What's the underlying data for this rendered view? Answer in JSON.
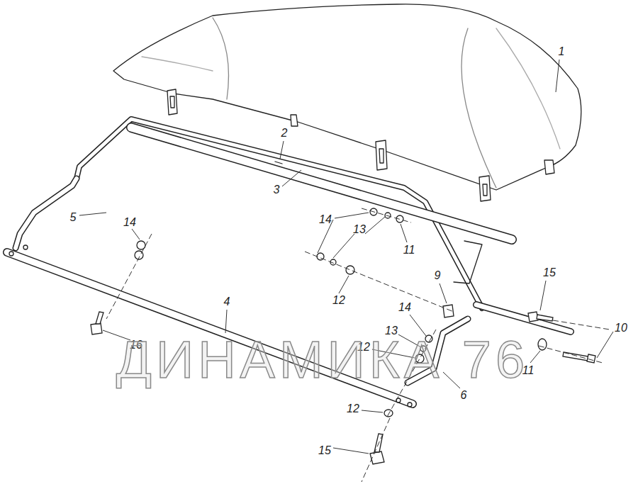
{
  "diagram": {
    "labels": [
      "1",
      "2",
      "3",
      "5",
      "14",
      "14",
      "13",
      "11",
      "4",
      "12",
      "9",
      "15",
      "14",
      "13",
      "12",
      "16",
      "10",
      "11",
      "6",
      "12",
      "15",
      "ДИНАМИКА 76"
    ]
  }
}
